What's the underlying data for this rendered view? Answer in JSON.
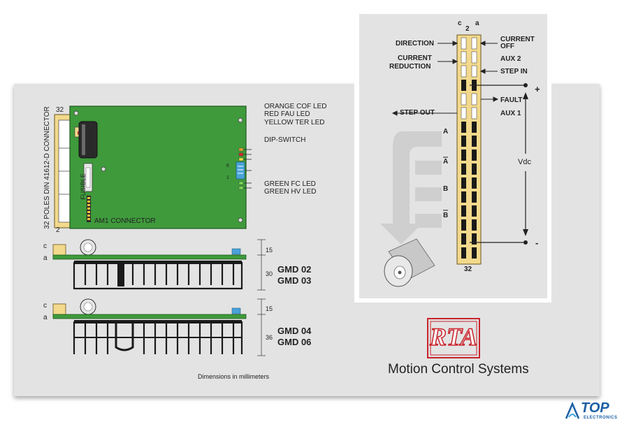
{
  "board": {
    "connector_label": "32 POLES DIN 41612-D CONNECTOR",
    "fuse_label": "FUSIBLE",
    "am1_label": "AM1 CONNECTOR",
    "pin_top": "32",
    "pin_bottom": "2",
    "dip_6": "6",
    "dip_1": "1",
    "leds": {
      "orange": "ORANGE COF LED",
      "red": "RED FAU LED",
      "yellow": "YELLOW TER LED",
      "dip": "DIP-SWITCH",
      "green_fc": "GREEN FC LED",
      "green_hv": "GREEN HV LED"
    }
  },
  "side_views": {
    "c": "c",
    "a": "a",
    "dim_15": "15",
    "dim_30": "30",
    "dim_36": "36",
    "model_a": [
      "GMD 02",
      "GMD 03"
    ],
    "model_b": [
      "GMD 04",
      "GMD 06"
    ],
    "dims_note": "Dimensions in millimeters"
  },
  "pinout": {
    "col_c": "c",
    "col_2": "2",
    "col_a": "a",
    "bottom": "32",
    "direction": "DIRECTION",
    "current_off": [
      "CURRENT",
      "OFF"
    ],
    "current_reduction": [
      "CURRENT",
      "REDUCTION"
    ],
    "aux2": "AUX 2",
    "step_in": "STEP IN",
    "fault": "FAULT",
    "aux1": "AUX 1",
    "step_out": "STEP OUT",
    "phase_a": "A",
    "phase_a_bar": "A",
    "phase_b": "B",
    "phase_b_bar": "B",
    "vdc": "Vdc",
    "plus": "+",
    "minus": "-"
  },
  "brand": {
    "logo_text": "RTA",
    "tagline": "Motion Control Systems",
    "top_logo": "TOP",
    "top_sub": "ELECTRONICS"
  },
  "colors": {
    "panel": "#e3e3e3",
    "pcb": "#3f9a3c",
    "connector": "#f2d98c",
    "rta_red": "#c8232c",
    "top_blue": "#1b5fa6"
  }
}
